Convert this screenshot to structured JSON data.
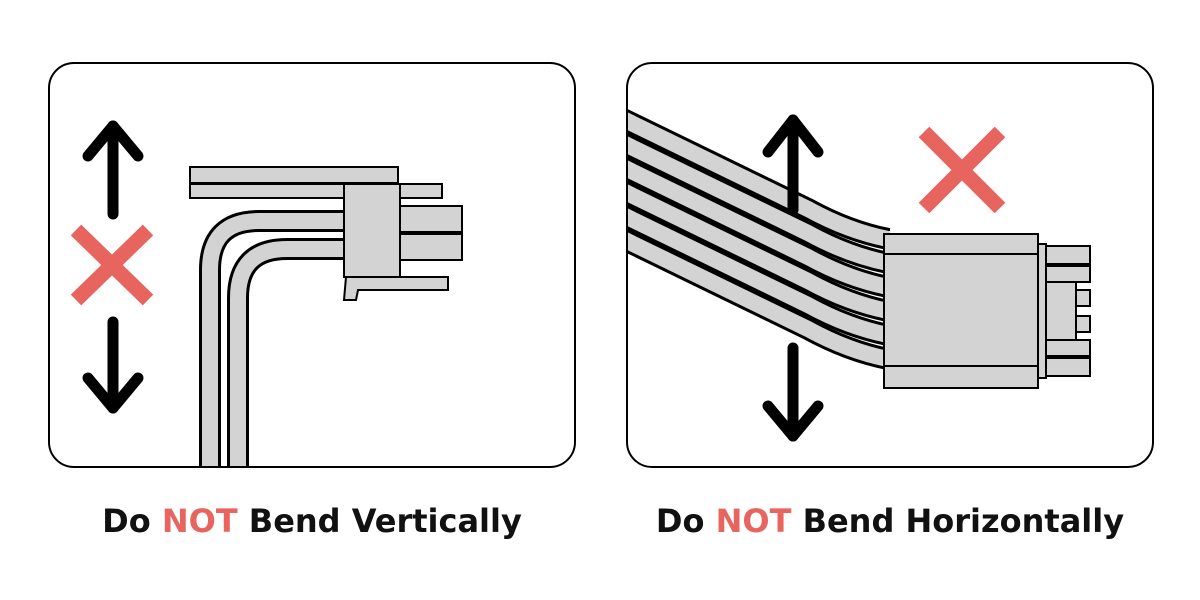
{
  "colors": {
    "accent": "#e8645f",
    "cable_fill": "#d3d3d3",
    "outline": "#000000",
    "text": "#111111"
  },
  "icons": {
    "arrows": "up-down-arrows-icon",
    "cross": "red-x-icon"
  },
  "panels": [
    {
      "caption": {
        "prefix": "Do",
        "emphasis": "NOT",
        "suffix": "Bend Vertically"
      }
    },
    {
      "caption": {
        "prefix": "Do",
        "emphasis": "NOT",
        "suffix": "Bend Horizontally"
      }
    }
  ]
}
